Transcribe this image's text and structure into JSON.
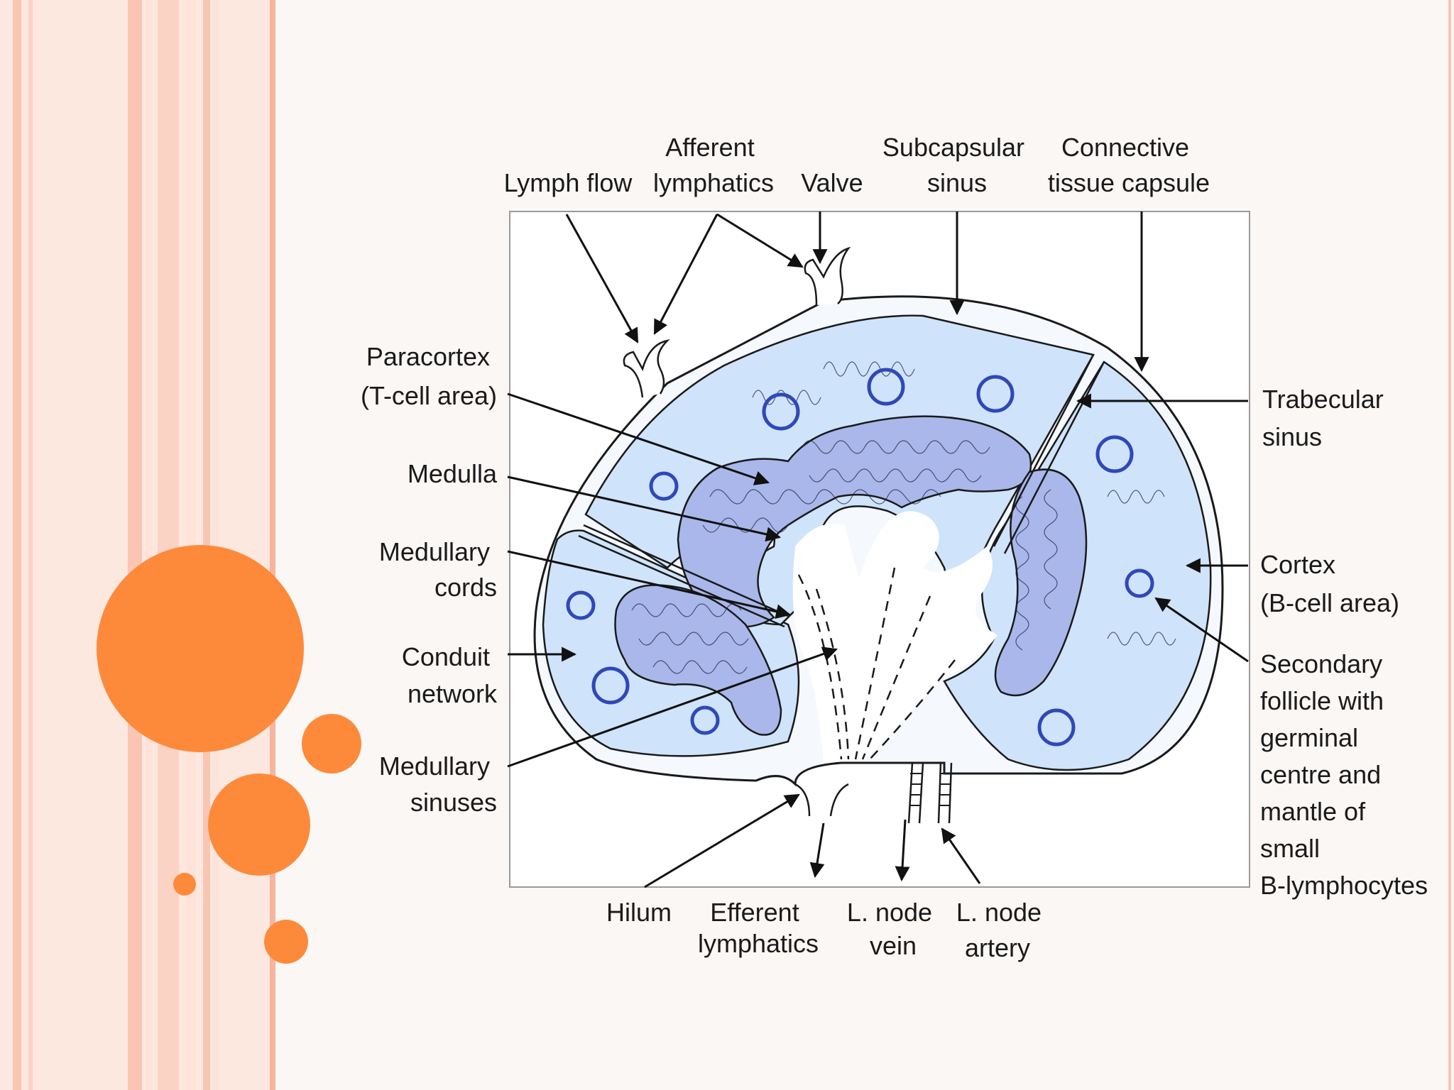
{
  "labels": {
    "lymph_flow": [
      "Lymph flow"
    ],
    "afferent_lymphatics": [
      "Afferent",
      "lymphatics"
    ],
    "valve": [
      "Valve"
    ],
    "subcapsular_sinus": [
      "Subcapsular",
      "sinus"
    ],
    "connective_tissue_capsule": [
      "Connective",
      "tissue capsule"
    ],
    "paracortex": [
      "Paracortex",
      "(T-cell area)"
    ],
    "medulla": [
      "Medulla"
    ],
    "medullary_cords": [
      "Medullary",
      "cords"
    ],
    "conduit_network": [
      "Conduit",
      "network"
    ],
    "medullary_sinuses": [
      "Medullary",
      "sinuses"
    ],
    "trabecular_sinus": [
      "Trabecular",
      "sinus"
    ],
    "cortex": [
      "Cortex",
      "(B-cell area)"
    ],
    "secondary_follicle": [
      "Secondary",
      "follicle with",
      "germinal",
      "centre and",
      "mantle of",
      "small",
      "B-lymphocytes"
    ],
    "hilum": [
      "Hilum"
    ],
    "efferent_lymphatics": [
      "Efferent",
      "lymphatics"
    ],
    "node_vein": [
      "L. node",
      "vein"
    ],
    "node_artery": [
      "L. node",
      "artery"
    ]
  },
  "colors": {
    "background": "#fbf7f5",
    "accent_orange": "#fd8a3b",
    "stripe_pink": "#f9c6b4",
    "stripe_light": "#fde3d9",
    "cortex_fill": "#cfe3fa",
    "paracortex_fill": "#a9b7ea",
    "follicle_ring": "#2f48b8"
  }
}
